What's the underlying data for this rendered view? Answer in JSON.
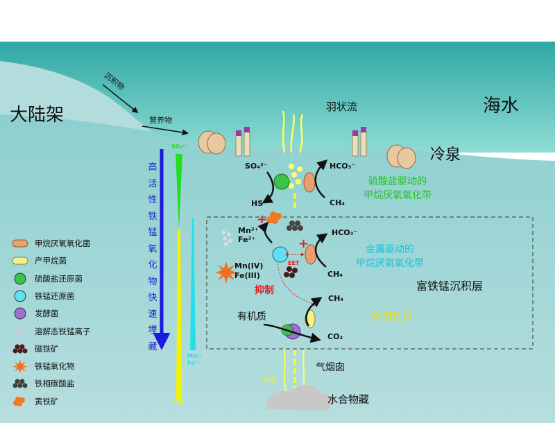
{
  "labels": {
    "continental_shelf": "大陆架",
    "seawater": "海水",
    "cold_seep": "冷泉",
    "plume": "羽状流",
    "sediment": "沉积物",
    "nutrients": "营养物",
    "sulfate_aom": "硫酸盐驱动的\n甲烷厌氧氧化带",
    "metal_aom": "金属驱动的\n甲烷厌氧氧化带",
    "fe_mn_layer": "富铁锰沉积层",
    "inhibit": "抑制",
    "organic": "有机质",
    "methanogenesis_zone": "产甲烷带",
    "chimney": "气烟囱",
    "hydrate": "水合物藏",
    "eet": "EET",
    "vertical_text": "高活性铁锰氧化物快速埋藏"
  },
  "chem": {
    "so4": "SO₄²⁻",
    "hs": "HS⁻",
    "hco3_top": "HCO₃⁻",
    "ch4_top": "CH₄",
    "mn2": "Mn²⁺",
    "fe2": "Fe²⁺",
    "hco3_mid": "HCO₃⁻",
    "ch4_mid": "CH₄",
    "mn4": "Mn(IV)",
    "fe3": "Fe(III)",
    "ch4_low": "CH₄",
    "co2": "CO₂",
    "so4_gradient": "SO₄²⁻",
    "ch4_gradient": "CH₄",
    "ch4_chimney": "CH₄",
    "mnfe_gradient_1": "Mn²⁺",
    "mnfe_gradient_2": "Fe²⁺"
  },
  "legend": [
    {
      "icon": "methanotroph-icon",
      "text": "甲烷厌氧氧化菌",
      "color": "#e8a070"
    },
    {
      "icon": "methanogen-icon",
      "text": "产甲烷菌",
      "color": "#f2f28c"
    },
    {
      "icon": "sulfate-reducer-icon",
      "text": "硫酸盐还原菌",
      "color": "#3cc34a"
    },
    {
      "icon": "fe-mn-reducer-icon",
      "text": "铁锰还原菌",
      "color": "#5ee0f0"
    },
    {
      "icon": "fermenter-icon",
      "text": "发酵菌",
      "color": "#a070d0"
    },
    {
      "icon": "dissolved-ions-icon",
      "text": "溶解态铁锰离子",
      "color": "#cccccc"
    },
    {
      "icon": "magnetite-icon",
      "text": "磁铁矿",
      "color": "#4a1a1a"
    },
    {
      "icon": "fe-mn-oxide-icon",
      "text": "铁锰氧化物",
      "color": "#f07020"
    },
    {
      "icon": "fe-carbonate-icon",
      "text": "铁相碳酸盐",
      "color": "#404040"
    },
    {
      "icon": "pyrite-icon",
      "text": "黄铁矿",
      "color": "#f07a20"
    }
  ],
  "colors": {
    "sea": "#62c6c2",
    "sea_top": "#3aada8",
    "land": "#b9dcde",
    "sediment": "#a9d8d8",
    "methane_arrow": "#ffff33",
    "oxide_bar": "#1a1ae0",
    "sulfate_bar": "#22dd22",
    "ion_bar": "#22e0e8"
  }
}
